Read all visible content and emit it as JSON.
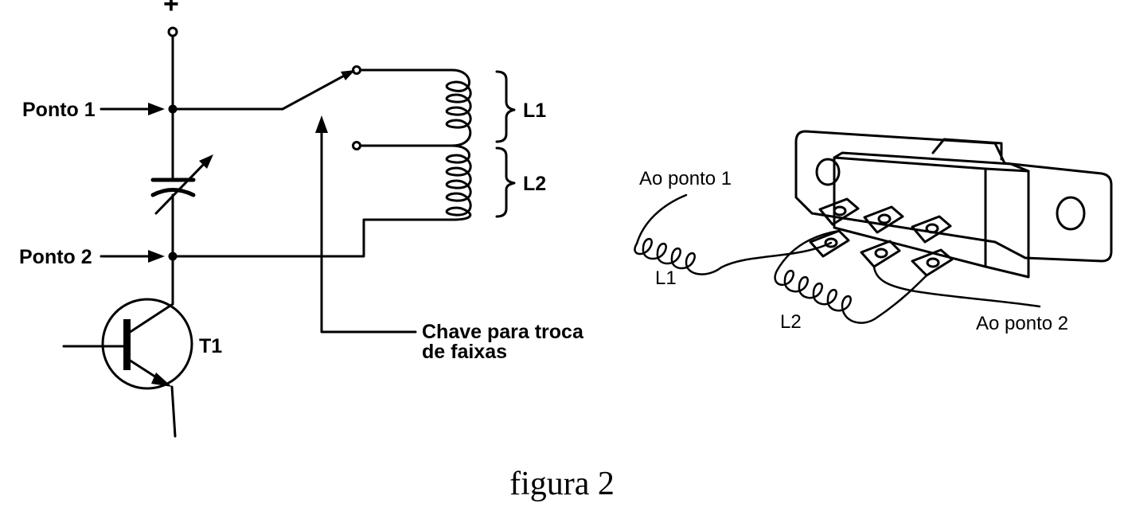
{
  "schematic": {
    "supply_label": "+",
    "point1_label": "Ponto 1",
    "point2_label": "Ponto 2",
    "coil1_label": "L1",
    "coil2_label": "L2",
    "transistor_label": "T1",
    "switch_label_line1": "Chave para troca",
    "switch_label_line2": "de faixas"
  },
  "drawing": {
    "to_point1_label": "Ao ponto 1",
    "to_point2_label": "Ao ponto 2",
    "coil1_label": "L1",
    "coil2_label": "L2"
  },
  "caption": "figura 2"
}
